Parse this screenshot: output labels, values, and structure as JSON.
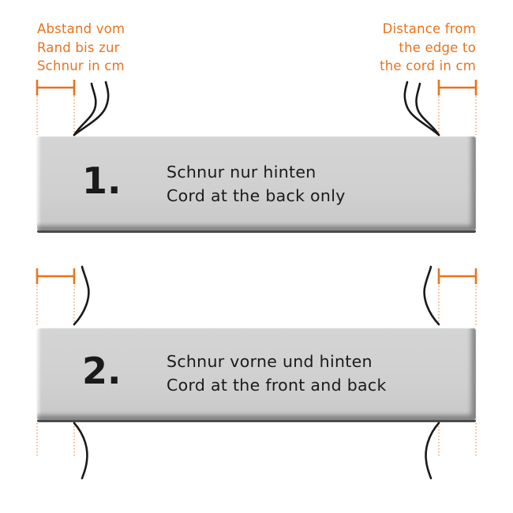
{
  "labels": {
    "german": [
      "Abstand vom",
      "Rand bis zur",
      "Schnur in cm"
    ],
    "english": [
      "Distance from",
      "the edge to",
      "the cord in cm"
    ]
  },
  "options": [
    {
      "number": "1.",
      "german": "Schnur nur hinten",
      "english": "Cord at the back only"
    },
    {
      "number": "2.",
      "german": "Schnur vorne und hinten",
      "english": "Cord at the front and back"
    }
  ],
  "colors": {
    "accent": "#e8731e",
    "cushion": "#d2d2d2",
    "text": "#1a1a1a",
    "cord": "#1a1a1a"
  }
}
